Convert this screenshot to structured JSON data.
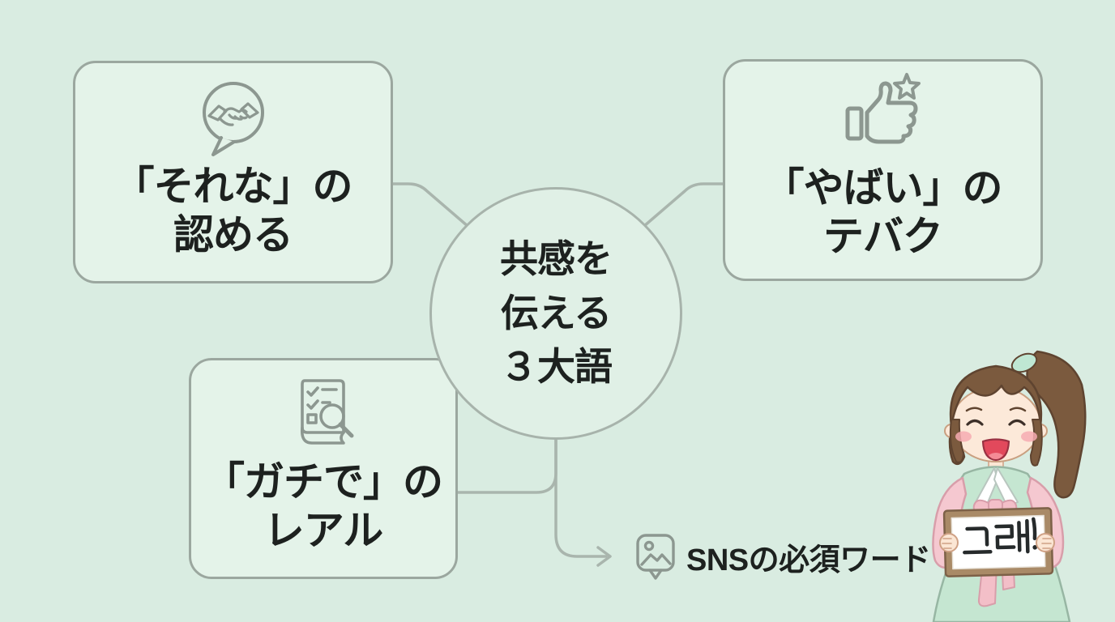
{
  "palette": {
    "background": "#d9ece1",
    "node_fill": "#e4f3e9",
    "node_border": "#9ba79f",
    "connector": "#a9b5ad",
    "icon_stroke": "#8c9790",
    "text": "#1d211f",
    "hanbok_mint": "#c5e6d1",
    "hanbok_pink": "#f5c8d0",
    "hair_brown": "#7b5a3e"
  },
  "center_node": {
    "line1": "共感を",
    "line2": "伝える",
    "line3": "３大語"
  },
  "nodes": {
    "sorena": {
      "line1": "「それな」の",
      "line2": "認める",
      "icon": "handshake-speech-bubble-icon"
    },
    "yabai": {
      "line1": "「やばい」の",
      "line2": "テバク",
      "icon": "thumbs-up-star-icon"
    },
    "gachide": {
      "line1": "「ガチで」の",
      "line2": "レアル",
      "icon": "checklist-magnifier-icon"
    }
  },
  "callout": {
    "label": "SNSの必須ワード",
    "icon": "photo-message-icon"
  },
  "character": {
    "sign_text": "그래!"
  }
}
